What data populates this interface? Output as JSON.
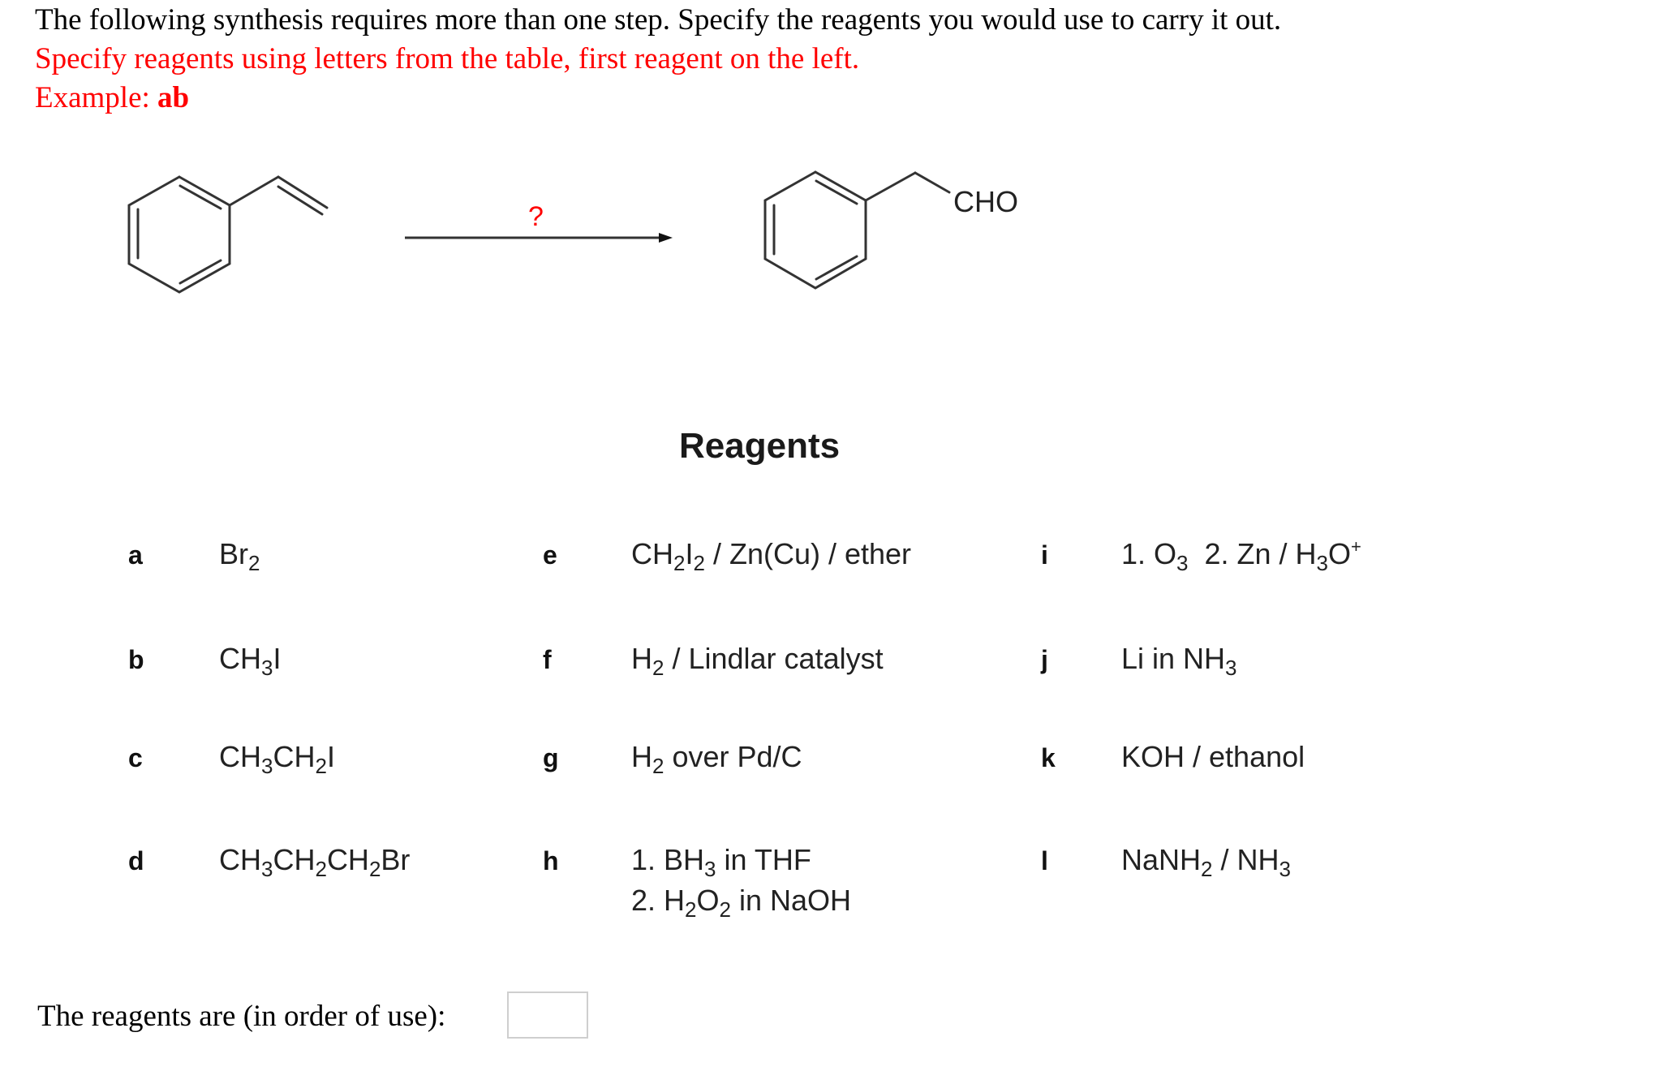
{
  "question": {
    "instruction": "The following synthesis requires more than one step. Specify the reagents you would use to carry it out.",
    "hint": "Specify reagents using letters from the table, first reagent on the left.",
    "example_label": "Example: ",
    "example_value": "ab"
  },
  "reaction": {
    "reactant_icon": "styrene-structure",
    "product_icon": "phenylacetaldehyde-structure",
    "product_group_label": "CHO",
    "arrow_label": "?",
    "arrow_label_color": "#ff0000"
  },
  "reagents": {
    "title": "Reagents",
    "columns": [
      [
        {
          "letter": "a",
          "parts": [
            [
              "Br",
              ""
            ],
            [
              "2",
              "sub"
            ]
          ]
        },
        {
          "letter": "b",
          "parts": [
            [
              "CH",
              ""
            ],
            [
              "3",
              "sub"
            ],
            [
              "I",
              ""
            ]
          ]
        },
        {
          "letter": "c",
          "parts": [
            [
              "CH",
              ""
            ],
            [
              "3",
              "sub"
            ],
            [
              "CH",
              ""
            ],
            [
              "2",
              "sub"
            ],
            [
              "I",
              ""
            ]
          ]
        },
        {
          "letter": "d",
          "parts": [
            [
              "CH",
              ""
            ],
            [
              "3",
              "sub"
            ],
            [
              "CH",
              ""
            ],
            [
              "2",
              "sub"
            ],
            [
              "CH",
              ""
            ],
            [
              "2",
              "sub"
            ],
            [
              "Br",
              ""
            ]
          ]
        }
      ],
      [
        {
          "letter": "e",
          "parts": [
            [
              "CH",
              ""
            ],
            [
              "2",
              "sub"
            ],
            [
              "I",
              ""
            ],
            [
              "2",
              "sub"
            ],
            [
              " / Zn(Cu) / ether",
              ""
            ]
          ]
        },
        {
          "letter": "f",
          "parts": [
            [
              "H",
              ""
            ],
            [
              "2",
              "sub"
            ],
            [
              " / Lindlar catalyst",
              ""
            ]
          ]
        },
        {
          "letter": "g",
          "parts": [
            [
              "H",
              ""
            ],
            [
              "2",
              "sub"
            ],
            [
              " over Pd/C",
              ""
            ]
          ]
        },
        {
          "letter": "h",
          "parts": [
            [
              "1. BH",
              ""
            ],
            [
              "3",
              "sub"
            ],
            [
              " in THF",
              ""
            ]
          ],
          "parts_line2": [
            [
              "2. H",
              ""
            ],
            [
              "2",
              "sub"
            ],
            [
              "O",
              ""
            ],
            [
              "2",
              "sub"
            ],
            [
              " in NaOH",
              ""
            ]
          ]
        }
      ],
      [
        {
          "letter": "i",
          "parts": [
            [
              "1. O",
              ""
            ],
            [
              "3",
              "sub"
            ],
            [
              "  2. Zn / H",
              ""
            ],
            [
              "3",
              "sub"
            ],
            [
              "O",
              ""
            ],
            [
              "+",
              "sup"
            ]
          ]
        },
        {
          "letter": "j",
          "parts": [
            [
              "Li in NH",
              ""
            ],
            [
              "3",
              "sub"
            ]
          ]
        },
        {
          "letter": "k",
          "parts": [
            [
              "KOH / ethanol",
              ""
            ]
          ]
        },
        {
          "letter": "l",
          "parts": [
            [
              "NaNH",
              ""
            ],
            [
              "2",
              "sub"
            ],
            [
              " / NH",
              ""
            ],
            [
              "3",
              "sub"
            ]
          ]
        }
      ]
    ]
  },
  "answer": {
    "label": "The reagents are (in order of use):",
    "value": "",
    "placeholder": ""
  },
  "colors": {
    "instruction": "#000000",
    "hint": "#ff0000",
    "input_border": "#cfcfcf"
  }
}
